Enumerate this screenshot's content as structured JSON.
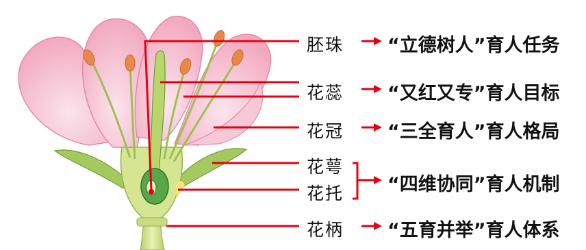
{
  "labels": {
    "ovule": "胚珠",
    "pistil": "花蕊",
    "corolla": "花冠",
    "sepal": "花萼",
    "receptacle": "花托",
    "stalk": "花柄"
  },
  "meanings": {
    "ovule": "“立德树人”育人任务",
    "pistil": "“又红又专”育人目标",
    "corolla": "“三全育人”育人格局",
    "calyx_receptacle": "“四维协同”育人机制",
    "stalk": "“五育并举”育人体系"
  },
  "colors": {
    "leader_line": "#e60012",
    "petal": "#f4b6c8",
    "petal_dark": "#e893ad",
    "stem": "#c9dc84",
    "sepal": "#9cc45a",
    "anther": "#e8894a",
    "text": "#111111"
  }
}
